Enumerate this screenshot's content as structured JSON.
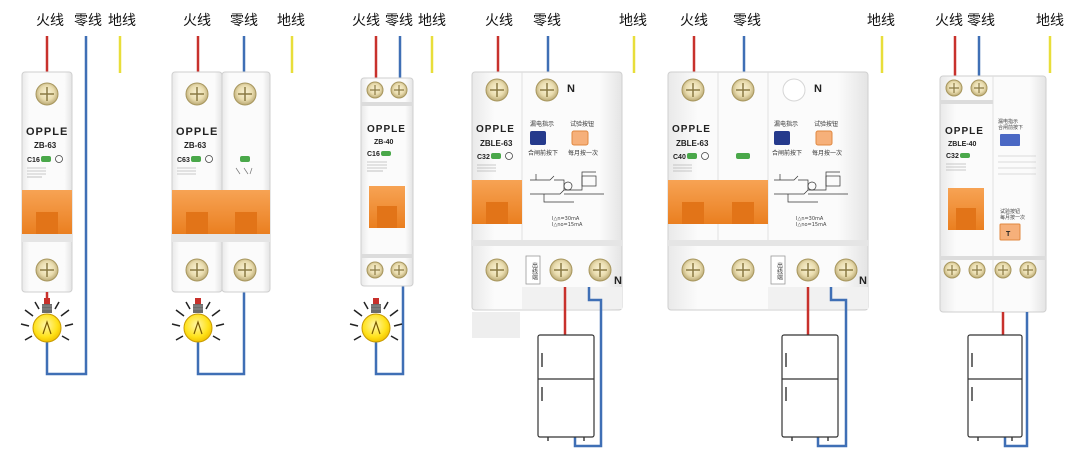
{
  "wire_labels": {
    "live": "火线",
    "neutral": "零线",
    "ground": "地线"
  },
  "colors": {
    "live": "#c8312c",
    "neutral": "#3f6fb5",
    "ground": "#e8de3a",
    "lever": "#f39035",
    "indicator": "#4aa84a",
    "test_button": "#f6b07a",
    "leak_button": "#253a8c"
  },
  "brand": "OPPLE",
  "breakers": [
    {
      "model": "ZB-63",
      "rating": "C16",
      "load": "lamp"
    },
    {
      "model": "ZB-63",
      "rating": "C63",
      "load": "lamp"
    },
    {
      "model": "ZB-40",
      "rating": "C16",
      "load": "lamp"
    },
    {
      "model": "ZBLE-63",
      "rating": "C32",
      "load": "fridge",
      "leak_label": "漏电指示",
      "leak_sub": "合闸前按下",
      "test_label": "试验按钮",
      "test_sub": "每月按一次",
      "n_mark": "N",
      "out_mark": "出线端"
    },
    {
      "model": "ZBLE-63",
      "rating": "C40",
      "load": "fridge",
      "leak_label": "漏电指示",
      "leak_sub": "合闸前按下",
      "test_label": "试验按钮",
      "test_sub": "每月按一次",
      "n_mark": "N",
      "out_mark": "出线端"
    },
    {
      "model": "ZBLE-40",
      "rating": "C32",
      "load": "fridge",
      "leak_label": "漏电指示",
      "leak_sub": "合闸前按下",
      "test_label": "试验按钮",
      "test_sub": "每月按一次"
    }
  ]
}
